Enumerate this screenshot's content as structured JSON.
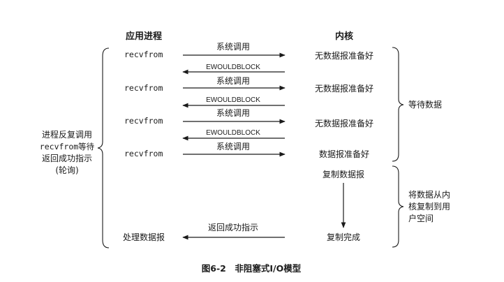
{
  "headers": {
    "process": "应用进程",
    "kernel": "内核"
  },
  "left_calls": [
    "recvfrom",
    "recvfrom",
    "recvfrom",
    "recvfrom"
  ],
  "syscall_label": "系统调用",
  "ewouldblock_label": "EWOULDBLOCK",
  "kernel_states": [
    "无数据报准备好",
    "无数据报准备好",
    "无数据报准备好",
    "数据报准备好"
  ],
  "copy_start": "复制数据报",
  "copy_done": "复制完成",
  "return_label": "返回成功指示",
  "process_datagram": "处理数据报",
  "left_note": [
    "进程反复调用",
    "recvfrom等待",
    "返回成功指示",
    "(轮询)"
  ],
  "wait_note": "等待数据",
  "copy_note": [
    "将数据从内",
    "核复制到用",
    "户空间"
  ],
  "caption": "图6-2　非阻塞式I/O模型"
}
